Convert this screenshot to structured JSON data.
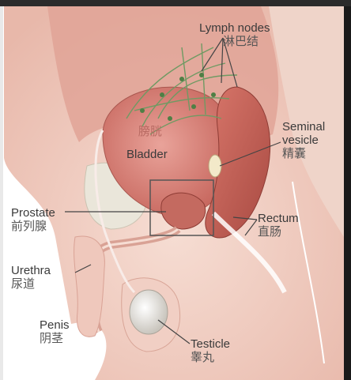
{
  "labels": {
    "lymph_nodes": {
      "en": "Lymph nodes",
      "cn": "淋巴结"
    },
    "seminal_vesicle": {
      "en1": "Seminal",
      "en2": "vesicle",
      "cn": "精囊"
    },
    "bladder": {
      "en": "Bladder",
      "cn": "膀胱"
    },
    "prostate": {
      "en": "Prostate",
      "cn": "前列腺"
    },
    "rectum": {
      "en": "Rectum",
      "cn": "直肠"
    },
    "urethra": {
      "en": "Urethra",
      "cn": "尿道"
    },
    "penis": {
      "en": "Penis",
      "cn": "阴茎"
    },
    "testicle": {
      "en": "Testicle",
      "cn": "睾丸"
    }
  },
  "colors": {
    "skin": "#f2cfc4",
    "skin_dark": "#e3a79a",
    "bladder": "#d88178",
    "rectum": "#c85f55",
    "bone": "#e7e3d6",
    "vessel_green": "#5f8f5a",
    "leader": "#444444"
  }
}
